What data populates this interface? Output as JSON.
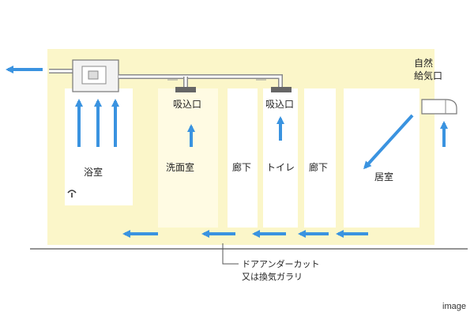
{
  "labels": {
    "natural_inlet_line1": "自然",
    "natural_inlet_line2": "給気口",
    "intake_left": "吸込口",
    "intake_right": "吸込口",
    "note_line1": "ドアアンダーカット",
    "note_line2": "又は換気ガラリ",
    "caption": "image"
  },
  "rooms": {
    "bathroom": "浴室",
    "washroom": "洗面室",
    "hallway_1": "廊下",
    "toilet": "トイレ",
    "hallway_2": "廊下",
    "living_room": "居室"
  },
  "colors": {
    "plan_fill": "#fbf6c9",
    "room_fill": "#ffffff",
    "arrow": "#3a93e0",
    "duct": "#8a8a8a",
    "grille": "#666666",
    "floor_line": "#555555"
  }
}
